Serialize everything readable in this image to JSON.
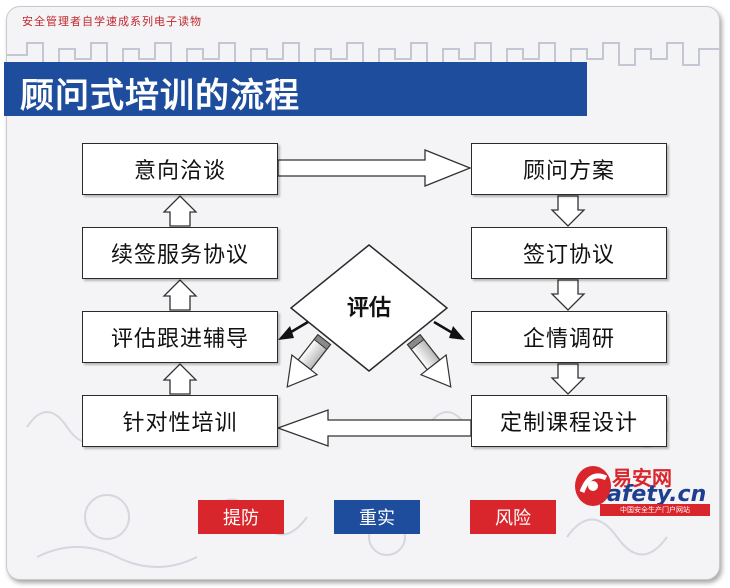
{
  "header": {
    "caption": "安全管理者自学速成系列电子读物",
    "title": "顾问式培训的流程"
  },
  "diagram": {
    "center": "评估",
    "left_column": [
      "意向洽谈",
      "续签服务协议",
      "评估跟进辅导",
      "针对性培训"
    ],
    "right_column": [
      "顾问方案",
      "签订协议",
      "企情调研",
      "定制课程设计"
    ]
  },
  "footer": {
    "buttons": [
      "提防",
      "重实",
      "风险"
    ],
    "colors": {
      "red": "#d8262c",
      "blue": "#1d4d9c"
    }
  },
  "logo": {
    "cn": "易安网",
    "en": "afety.cn",
    "tagline": "中国安全生产门户网站"
  }
}
